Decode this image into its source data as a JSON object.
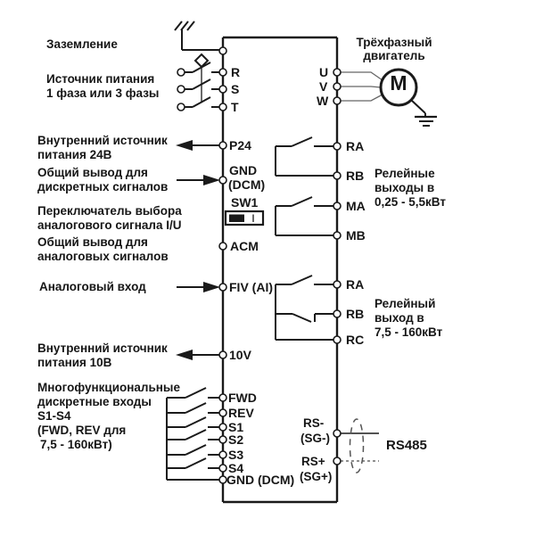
{
  "annotations": {
    "ground": "Заземление",
    "power": [
      "Источник питания",
      "1 фаза или 3 фазы"
    ],
    "p24": [
      "Внутренний источник",
      "питания 24В"
    ],
    "gnd_discrete": [
      "Общий вывод для",
      "дискретных сигналов"
    ],
    "sw1_desc": [
      "Переключатель выбора",
      "аналогового сигнала I/U"
    ],
    "acm_desc": [
      "Общий вывод для",
      "аналоговых сигналов"
    ],
    "analog_in": "Аналоговый вход",
    "v10": [
      "Внутренний источник",
      "питания 10В"
    ],
    "discrete_inputs": [
      "Многофункциональные",
      "дискретные входы",
      "S1-S4",
      "(FWD, REV для",
      "7,5 - 160кВт)"
    ],
    "motor": [
      "Трёхфазный",
      "двигатель"
    ],
    "motor_letter": "M",
    "relay1_desc": [
      "Релейные",
      "выходы в",
      "0,25 - 5,5кВт"
    ],
    "relay2_desc": [
      "Релейный",
      "выход  в",
      "7,5 - 160кВт"
    ],
    "rs485": "RS485"
  },
  "terminals": {
    "left": {
      "r": "R",
      "s": "S",
      "t": "T",
      "p24": "P24",
      "gnd1a": "GND",
      "gnd1b": "(DCM)",
      "sw1": "SW1",
      "acm": "ACM",
      "fiv": "FIV (AI)",
      "v10": "10V",
      "fwd": "FWD",
      "rev": "REV",
      "s1": "S1",
      "s2": "S2",
      "s3": "S3",
      "s4": "S4",
      "gnd2": "GND (DCM)"
    },
    "right": {
      "u": "U",
      "v": "V",
      "w": "W",
      "ra1": "RA",
      "rb1": "RB",
      "ma": "MA",
      "mb": "MB",
      "ra2": "RA",
      "rb2": "RB",
      "rc": "RC",
      "rs_minus": "RS-",
      "sg_minus": "(SG-)",
      "rs_plus": "RS+",
      "sg_plus": "(SG+)"
    }
  },
  "colors": {
    "line": "#1a1a1a",
    "wire_gray": "#666666",
    "background": "#ffffff",
    "text": "#161616"
  }
}
